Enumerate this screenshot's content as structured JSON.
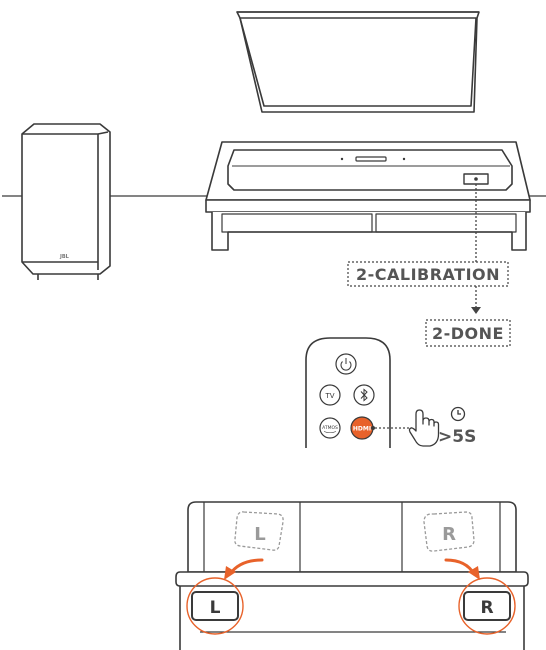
{
  "labels": {
    "calibration": "2-CALIBRATION",
    "done": "2-DONE",
    "hold_time": ">5S",
    "subwoofer_logo": "JBL"
  },
  "remote": {
    "power_icon": "power-icon",
    "tv_label": "TV",
    "bluetooth_icon": "bluetooth-icon",
    "atmos_label": "ATMOS",
    "hdmi_label": "HDMI"
  },
  "speakers": {
    "left_label": "L",
    "right_label": "R"
  },
  "icons": {
    "hand": "hand-press-icon",
    "clock": "clock-icon",
    "arrows": "curved-arrow-icon"
  },
  "colors": {
    "line": "#3a3a3a",
    "accent": "#e8622a",
    "label_fill": "#555555",
    "ghost": "#9a9a9a"
  }
}
